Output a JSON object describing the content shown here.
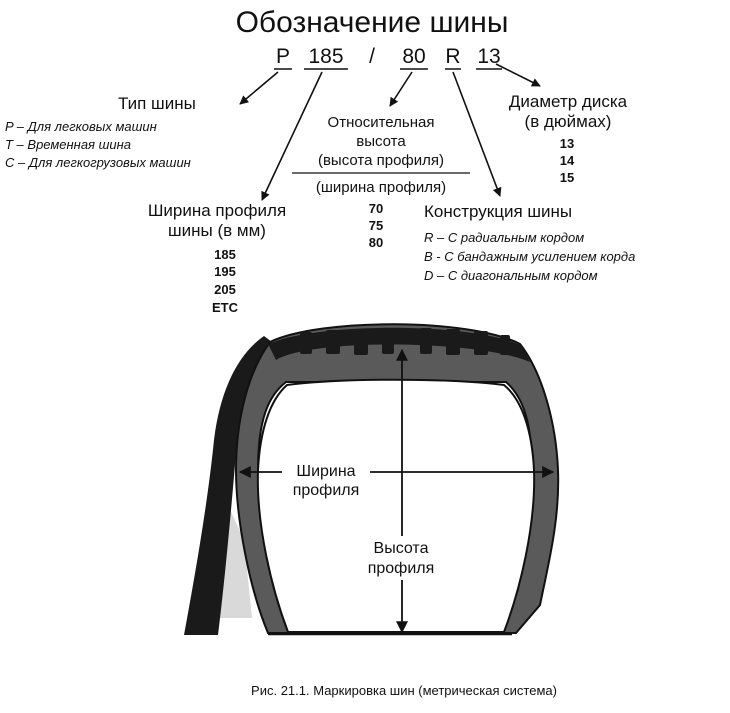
{
  "title": "Обозначение шины",
  "code": {
    "type": "P",
    "width": "185",
    "slash": "/",
    "ratio": "80",
    "construction": "R",
    "diameter": "13"
  },
  "tire_type": {
    "heading": "Тип шины",
    "items": [
      "P – Для легковых машин",
      "T – Временная шина",
      "C – Для легкогрузовых машин"
    ]
  },
  "aspect_ratio": {
    "lines": [
      "Относительная",
      "высота"
    ],
    "numerator": "(высота профиля)",
    "denominator": "(ширина профиля)",
    "values": [
      "70",
      "75",
      "80"
    ]
  },
  "rim_diameter": {
    "lines": [
      "Диаметр диска",
      "(в дюймах)"
    ],
    "values": [
      "13",
      "14",
      "15"
    ]
  },
  "section_width": {
    "lines": [
      "Ширина профиля",
      "шины (в мм)"
    ],
    "values": [
      "185",
      "195",
      "205",
      "ETC"
    ]
  },
  "construction": {
    "heading": "Конструкция шины",
    "items": [
      "R – С радиальным кордом",
      "B - С бандажным усилением корда",
      "D – С диагональным кордом"
    ]
  },
  "figure": {
    "width_label": [
      "Ширина",
      "профиля"
    ],
    "height_label": [
      "Высота",
      "профиля"
    ]
  },
  "caption": "Рис. 21.1. Маркировка шин (метрическая система)",
  "colors": {
    "ink": "#111111",
    "tread": "#1a1a1a",
    "carcass": "#5a5a5a",
    "shadow": "#d9d9d9"
  }
}
